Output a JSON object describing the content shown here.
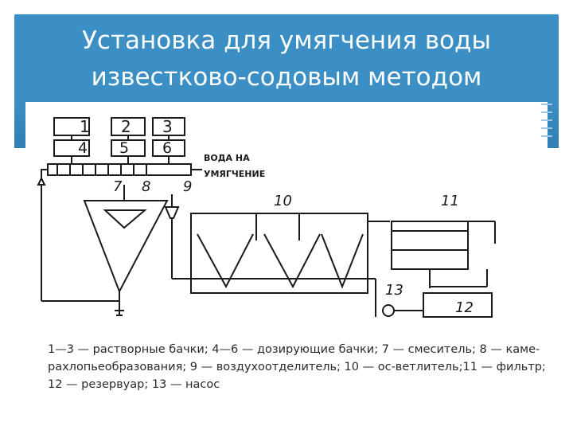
{
  "slide": {
    "title_line1": "Установка для умягчения воды",
    "title_line2": "известково-содовым методом"
  },
  "diagram": {
    "box_labels_top": [
      "1",
      "2",
      "3"
    ],
    "box_labels_dose": [
      "4",
      "5",
      "6"
    ],
    "inlet_line1": "ВОДА НА",
    "inlet_line2": "УМЯГЧЕНИЕ",
    "numbers": [
      "7",
      "8",
      "9",
      "10",
      "11",
      "12",
      "13"
    ]
  },
  "caption": {
    "text": "1—3 — растворные бачки; 4—6 — дозирующие бачки; 7 — смеситель; 8 — каме-рахлопьеобразования; 9 — воздухоотделитель; 10 — ос-ветлитель;11 — фильтр; 12 — резервуар; 13 — насос"
  },
  "colors": {
    "header": "#3b8fc4",
    "title_text": "#ffffff",
    "ink": "#1a1a1a"
  }
}
